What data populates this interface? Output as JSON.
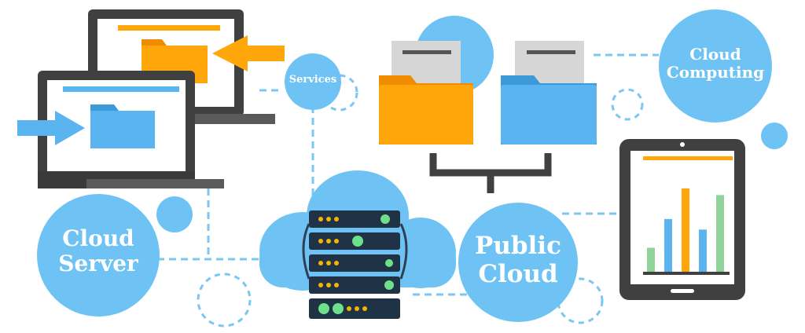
{
  "labels": {
    "services": "Services",
    "cloud_computing_line1": "Cloud",
    "cloud_computing_line2": "Computing",
    "cloud_server_line1": "Cloud",
    "cloud_server_line2": "Server",
    "public_cloud_line1": "Public",
    "public_cloud_line2": "Cloud"
  },
  "colors": {
    "bubble_blue": "#6ec3f4",
    "folder_orange": "#ffa60a",
    "folder_blue": "#5ab4f0",
    "device_dark": "#404040",
    "dashed_line": "#7cc6ef"
  },
  "tablet_chart": {
    "type": "bar",
    "values": [
      0.25,
      0.55,
      0.87,
      0.44,
      0.8
    ],
    "colors": [
      "#8fd49a",
      "#5ab4f0",
      "#ffa60a",
      "#5ab4f0",
      "#8fd49a"
    ]
  }
}
